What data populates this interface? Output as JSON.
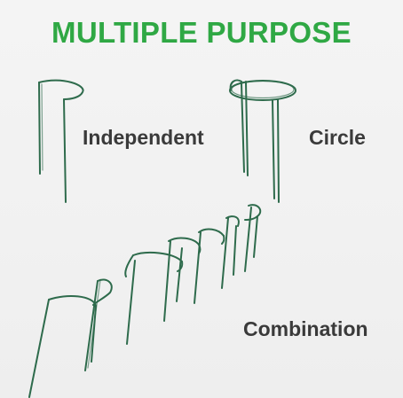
{
  "title": "MULTIPLE PURPOSE",
  "labels": {
    "independent": "Independent",
    "circle": "Circle",
    "combination": "Combination"
  },
  "colors": {
    "title": "#2fa844",
    "label": "#3a3a3a",
    "stake": "#2e6b4c"
  }
}
